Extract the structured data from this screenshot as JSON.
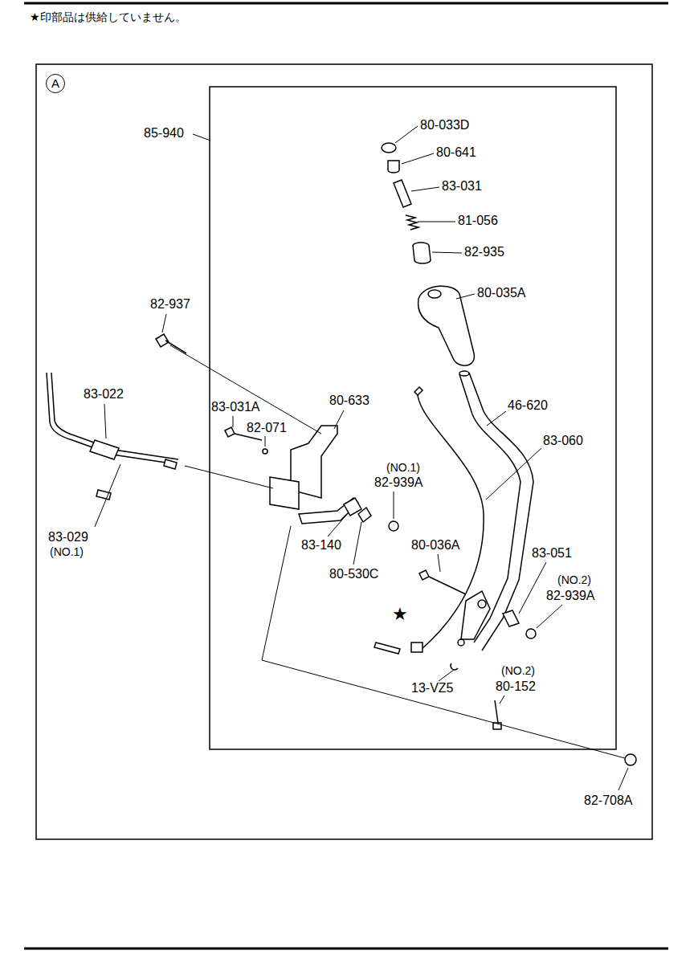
{
  "diagram": {
    "nodes": [
      {
        "text": [
          "A"
        ]
      }
    ],
    "labels": [
      "★印部品は供給していません。",
      "85-940",
      "80-033D",
      "80-641",
      "83-031",
      "81-056",
      "82-935",
      "80-035A",
      "82-937",
      "83-022",
      "80-633",
      "83-031A",
      "82-071",
      "46-620",
      "83-060",
      "(NO.1)",
      "82-939A",
      "83-029",
      "(NO.1)",
      "83-140",
      "80-530C",
      "80-036A",
      "83-051",
      "(NO.2)",
      "82-939A",
      "★",
      "13-VZ5",
      "(NO.2)",
      "80-152",
      "82-708A"
    ]
  }
}
